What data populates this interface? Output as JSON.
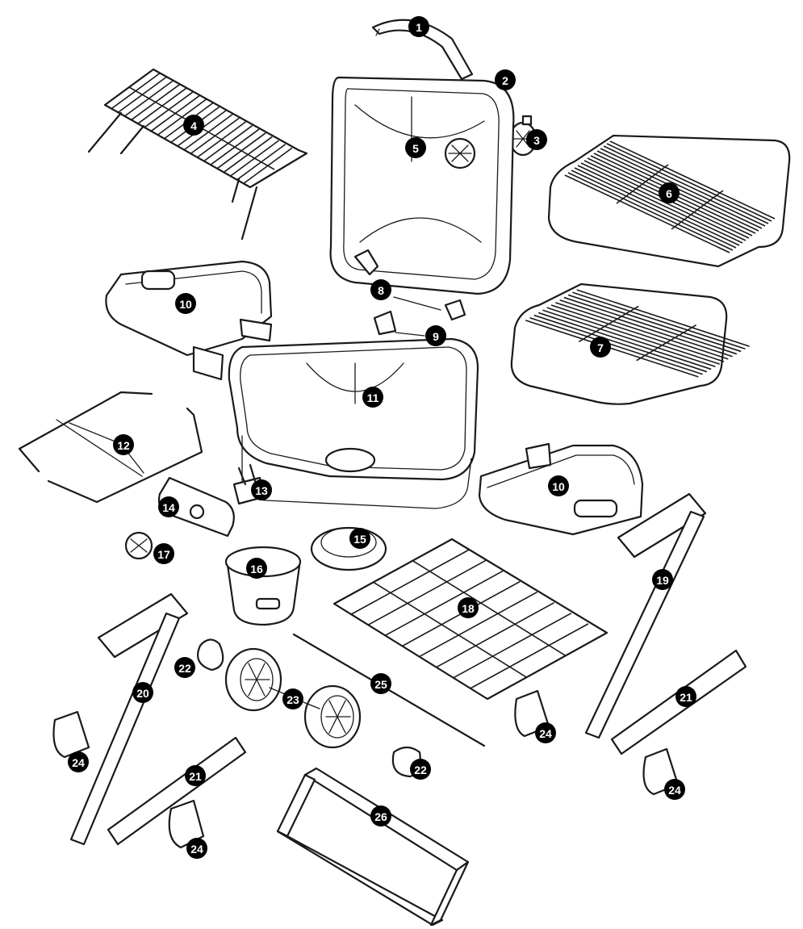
{
  "callouts": [
    "1",
    "2",
    "3",
    "4",
    "5",
    "6",
    "7",
    "8",
    "9",
    "10",
    "10",
    "11",
    "12",
    "13",
    "14",
    "15",
    "16",
    "17",
    "18",
    "19",
    "20",
    "21",
    "21",
    "22",
    "22",
    "23",
    "24",
    "24",
    "24",
    "24",
    "25",
    "26"
  ],
  "colors": {
    "line": "#1a1a1a",
    "badge": "#000000",
    "badge_text": "#ffffff",
    "background": "#ffffff"
  }
}
